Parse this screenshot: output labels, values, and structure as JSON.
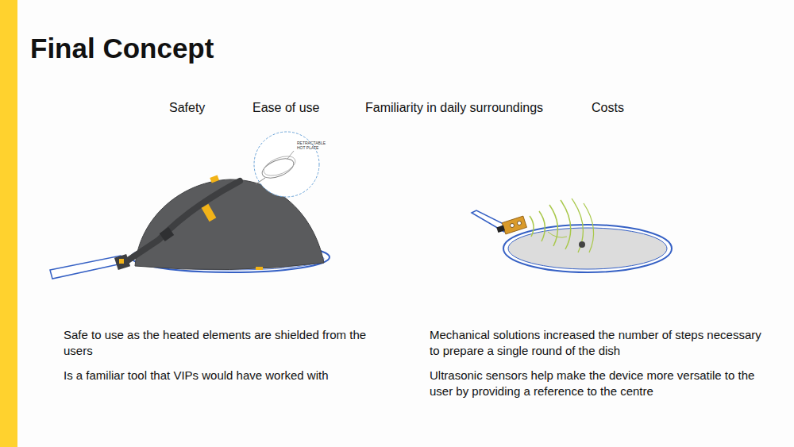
{
  "diagram": {
    "title": "Final Concept",
    "labels": [
      "Safety",
      "Ease of use",
      "Familiarity in daily surroundings",
      "Costs",
      "RETRACTABLE HOT PLATE",
      "Safe to use as the heated elements are shielded from the users",
      "Is a familiar tool that VIPs would have worked with",
      "Mechanical solutions increased the number of steps necessary to prepare a single round of the dish",
      "Ultrasonic sensors help make the device more versatile to the user by providing a reference to the centre"
    ]
  }
}
